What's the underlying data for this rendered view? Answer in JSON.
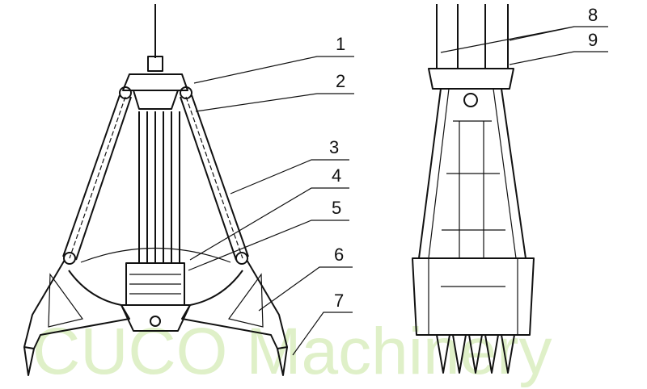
{
  "watermark": "CUCO Machinery",
  "callouts": [
    {
      "number": "1"
    },
    {
      "number": "2"
    },
    {
      "number": "3"
    },
    {
      "number": "4"
    },
    {
      "number": "5"
    },
    {
      "number": "6"
    },
    {
      "number": "7"
    },
    {
      "number": "8"
    },
    {
      "number": "9"
    }
  ],
  "colors": {
    "line": "#111111",
    "watermark": "#dff0c8"
  }
}
